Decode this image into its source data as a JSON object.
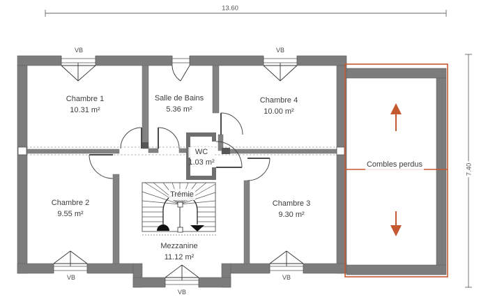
{
  "dimensions": {
    "width_top": "13.60",
    "height_right": "7.40"
  },
  "rooms": [
    {
      "name": "Chambre 1",
      "area": "10.31 m²"
    },
    {
      "name": "Salle de Bains",
      "area": "5.36 m²"
    },
    {
      "name": "Chambre 4",
      "area": "10.00 m²"
    },
    {
      "name": "WC",
      "area": "1.03 m²"
    },
    {
      "name": "Chambre 2",
      "area": "9.55 m²"
    },
    {
      "name": "Chambre 3",
      "area": "9.30 m²"
    },
    {
      "name": "Mezzanine",
      "area": "11.12 m²"
    }
  ],
  "annotations": {
    "tremie": "Trémie",
    "combles": "Combles perdus"
  },
  "window_labels": [
    "VB",
    "VB",
    "VB",
    "VB",
    "VB"
  ],
  "colors": {
    "wall": "#7c7c7c",
    "wall_dark": "#565656",
    "wc_wall": "#6f6f6f",
    "accent_orange": "#c4582e",
    "dashed_line": "#b0b0b0"
  }
}
